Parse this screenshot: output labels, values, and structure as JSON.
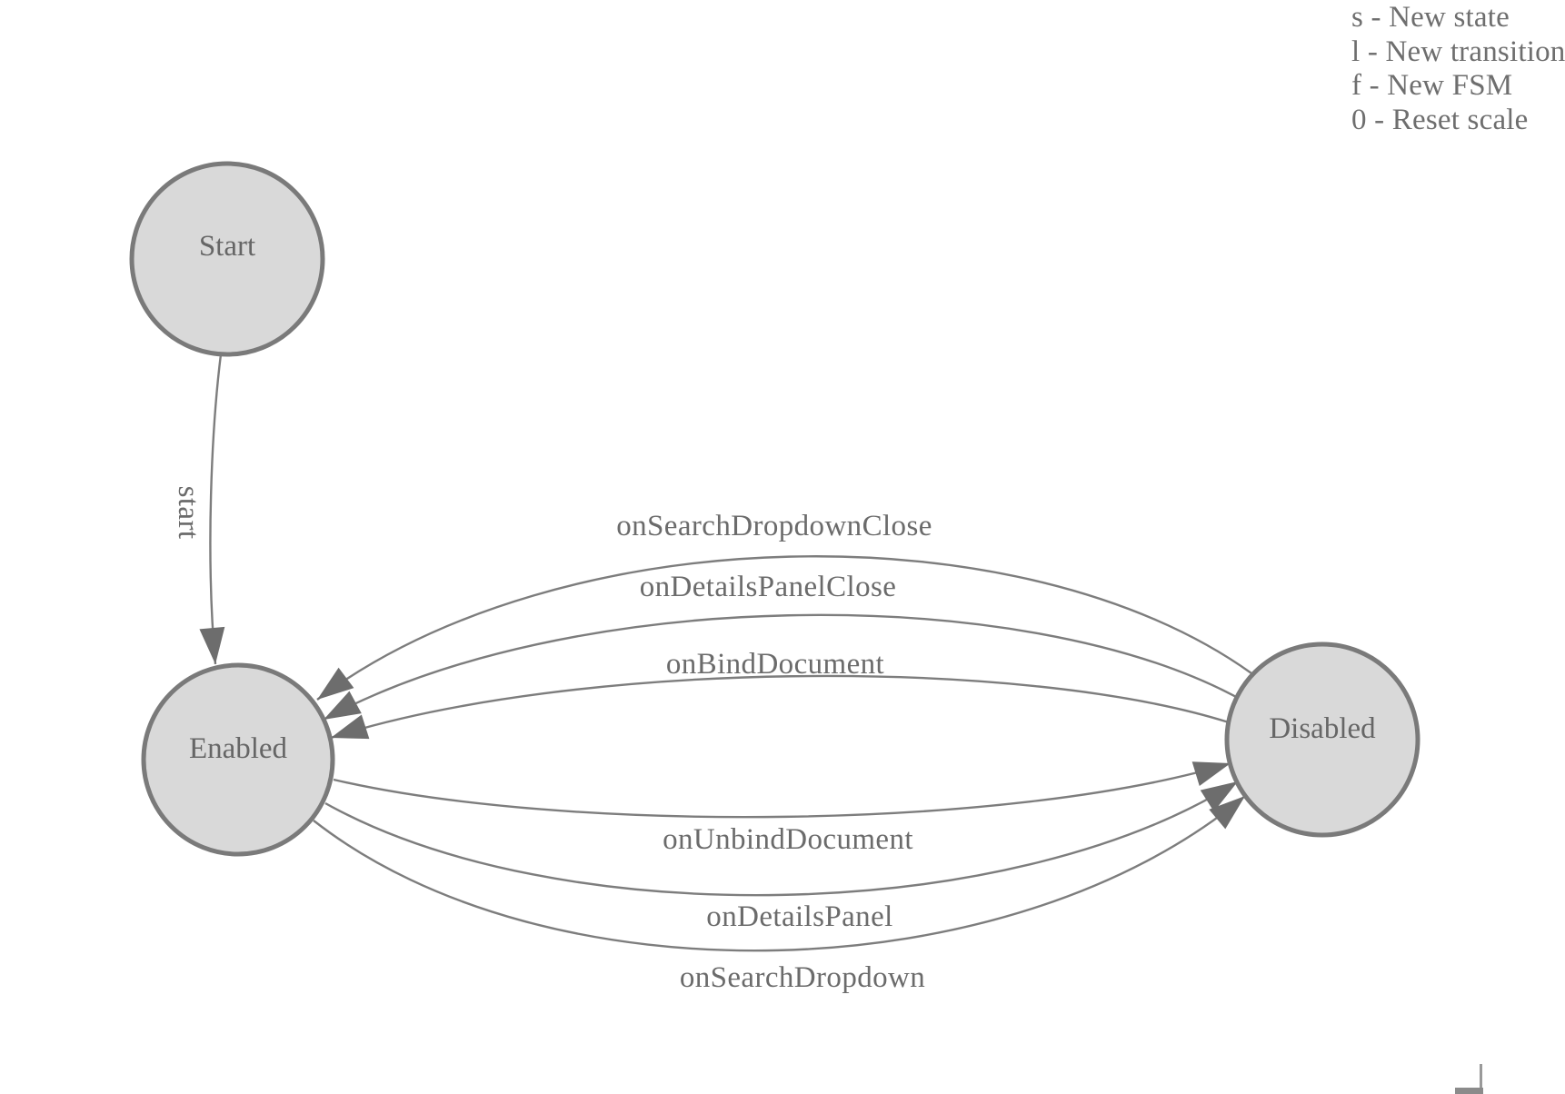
{
  "canvas": {
    "background": "#ffffff"
  },
  "legend": {
    "lines": [
      "s - New state",
      "l - New transition",
      "f - New FSM",
      "0 - Reset scale"
    ]
  },
  "nodes": [
    {
      "label": "Start"
    },
    {
      "label": "Enabled"
    },
    {
      "label": "Disabled"
    }
  ],
  "edges": [
    {
      "label": "start",
      "from": "Start",
      "to": "Enabled"
    },
    {
      "label": "onSearchDropdownClose",
      "from": "Disabled",
      "to": "Enabled"
    },
    {
      "label": "onDetailsPanelClose",
      "from": "Disabled",
      "to": "Enabled"
    },
    {
      "label": "onBindDocument",
      "from": "Disabled",
      "to": "Enabled"
    },
    {
      "label": "onUnbindDocument",
      "from": "Enabled",
      "to": "Disabled"
    },
    {
      "label": "onDetailsPanel",
      "from": "Enabled",
      "to": "Disabled"
    },
    {
      "label": "onSearchDropdown",
      "from": "Enabled",
      "to": "Disabled"
    }
  ],
  "colors": {
    "node_fill": "#d9d9d9",
    "node_stroke": "#7a7a7a",
    "edge_stroke": "#7d7d7d",
    "arrow_fill": "#6d6d6d",
    "node_text": "#666666",
    "edge_text": "#6b6b6b",
    "legend_text": "#6e6e6e"
  }
}
